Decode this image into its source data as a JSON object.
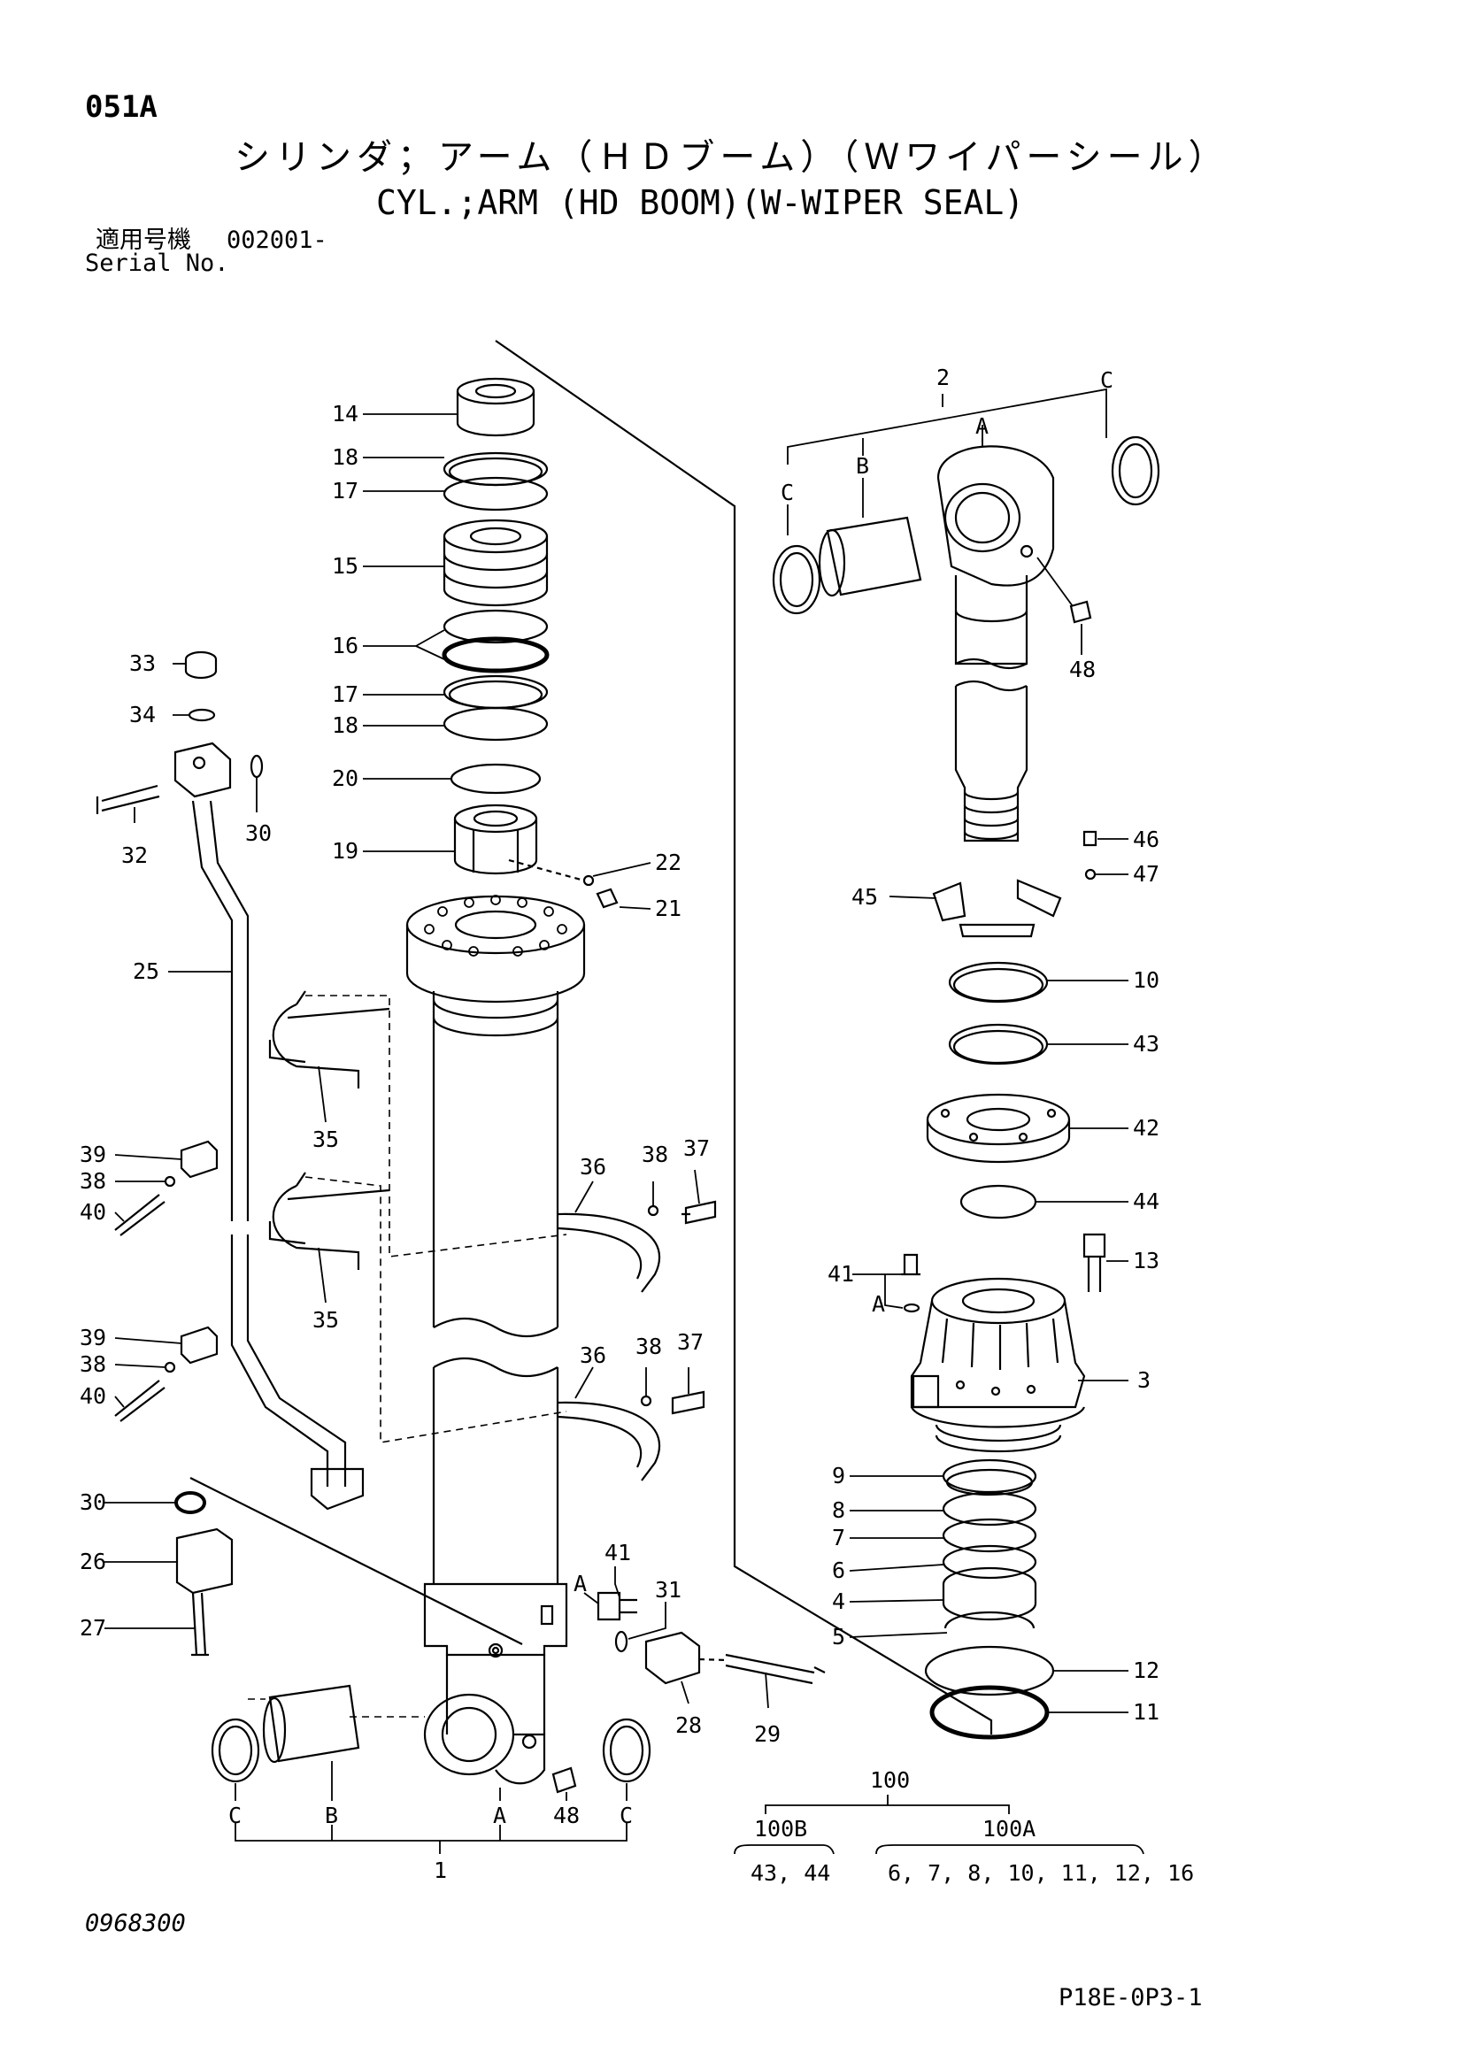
{
  "header": {
    "page_code": "051A",
    "title_jp": "シリンダ；アーム（ＨＤブーム）（Ｗワイパーシール）",
    "title_en": "CYL.;ARM (HD BOOM)(W-WIPER SEAL)",
    "serial_label_jp": "適用号機",
    "serial_label_en": "Serial No.",
    "serial_value": "002001-"
  },
  "footer": {
    "drawing_no": "0968300",
    "page_ref": "P18E-0P3-1"
  },
  "callouts": {
    "c14": "14",
    "c18a": "18",
    "c17a": "17",
    "c15": "15",
    "c16": "16",
    "c17b": "17",
    "c18b": "18",
    "c20": "20",
    "c19": "19",
    "c22": "22",
    "c21": "21",
    "c33": "33",
    "c34": "34",
    "c32": "32",
    "c30a": "30",
    "c25": "25",
    "c35a": "35",
    "c39a": "39",
    "c38a": "38",
    "c40a": "40",
    "c36a": "36",
    "c38b": "38",
    "c37a": "37",
    "c35b": "35",
    "c39b": "39",
    "c38c": "38",
    "c40b": "40",
    "c36b": "36",
    "c38d": "38",
    "c37b": "37",
    "c30b": "30",
    "c26": "26",
    "c27": "27",
    "c41a": "41",
    "cA1": "A",
    "c31": "31",
    "c28": "28",
    "c29": "29",
    "c48a": "48",
    "cC1": "C",
    "cB1": "B",
    "cA2": "A",
    "cC2": "C",
    "c1": "1",
    "c2": "2",
    "cA3": "A",
    "cB2": "B",
    "cC3": "C",
    "cC4": "C",
    "c48b": "48",
    "c46": "46",
    "c47": "47",
    "c45": "45",
    "c10": "10",
    "c43": "43",
    "c42": "42",
    "c44": "44",
    "c41b": "41",
    "cA4": "A",
    "c13": "13",
    "c3": "3",
    "c9": "9",
    "c8": "8",
    "c7": "7",
    "c6": "6",
    "c4": "4",
    "c5": "5",
    "c12": "12",
    "c11": "11"
  },
  "kits": {
    "kit_total": "100",
    "kit_b": "100B",
    "kit_a": "100A",
    "kit_b_items": "43, 44",
    "kit_a_items": "6, 7, 8, 10, 11, 12, 16"
  }
}
